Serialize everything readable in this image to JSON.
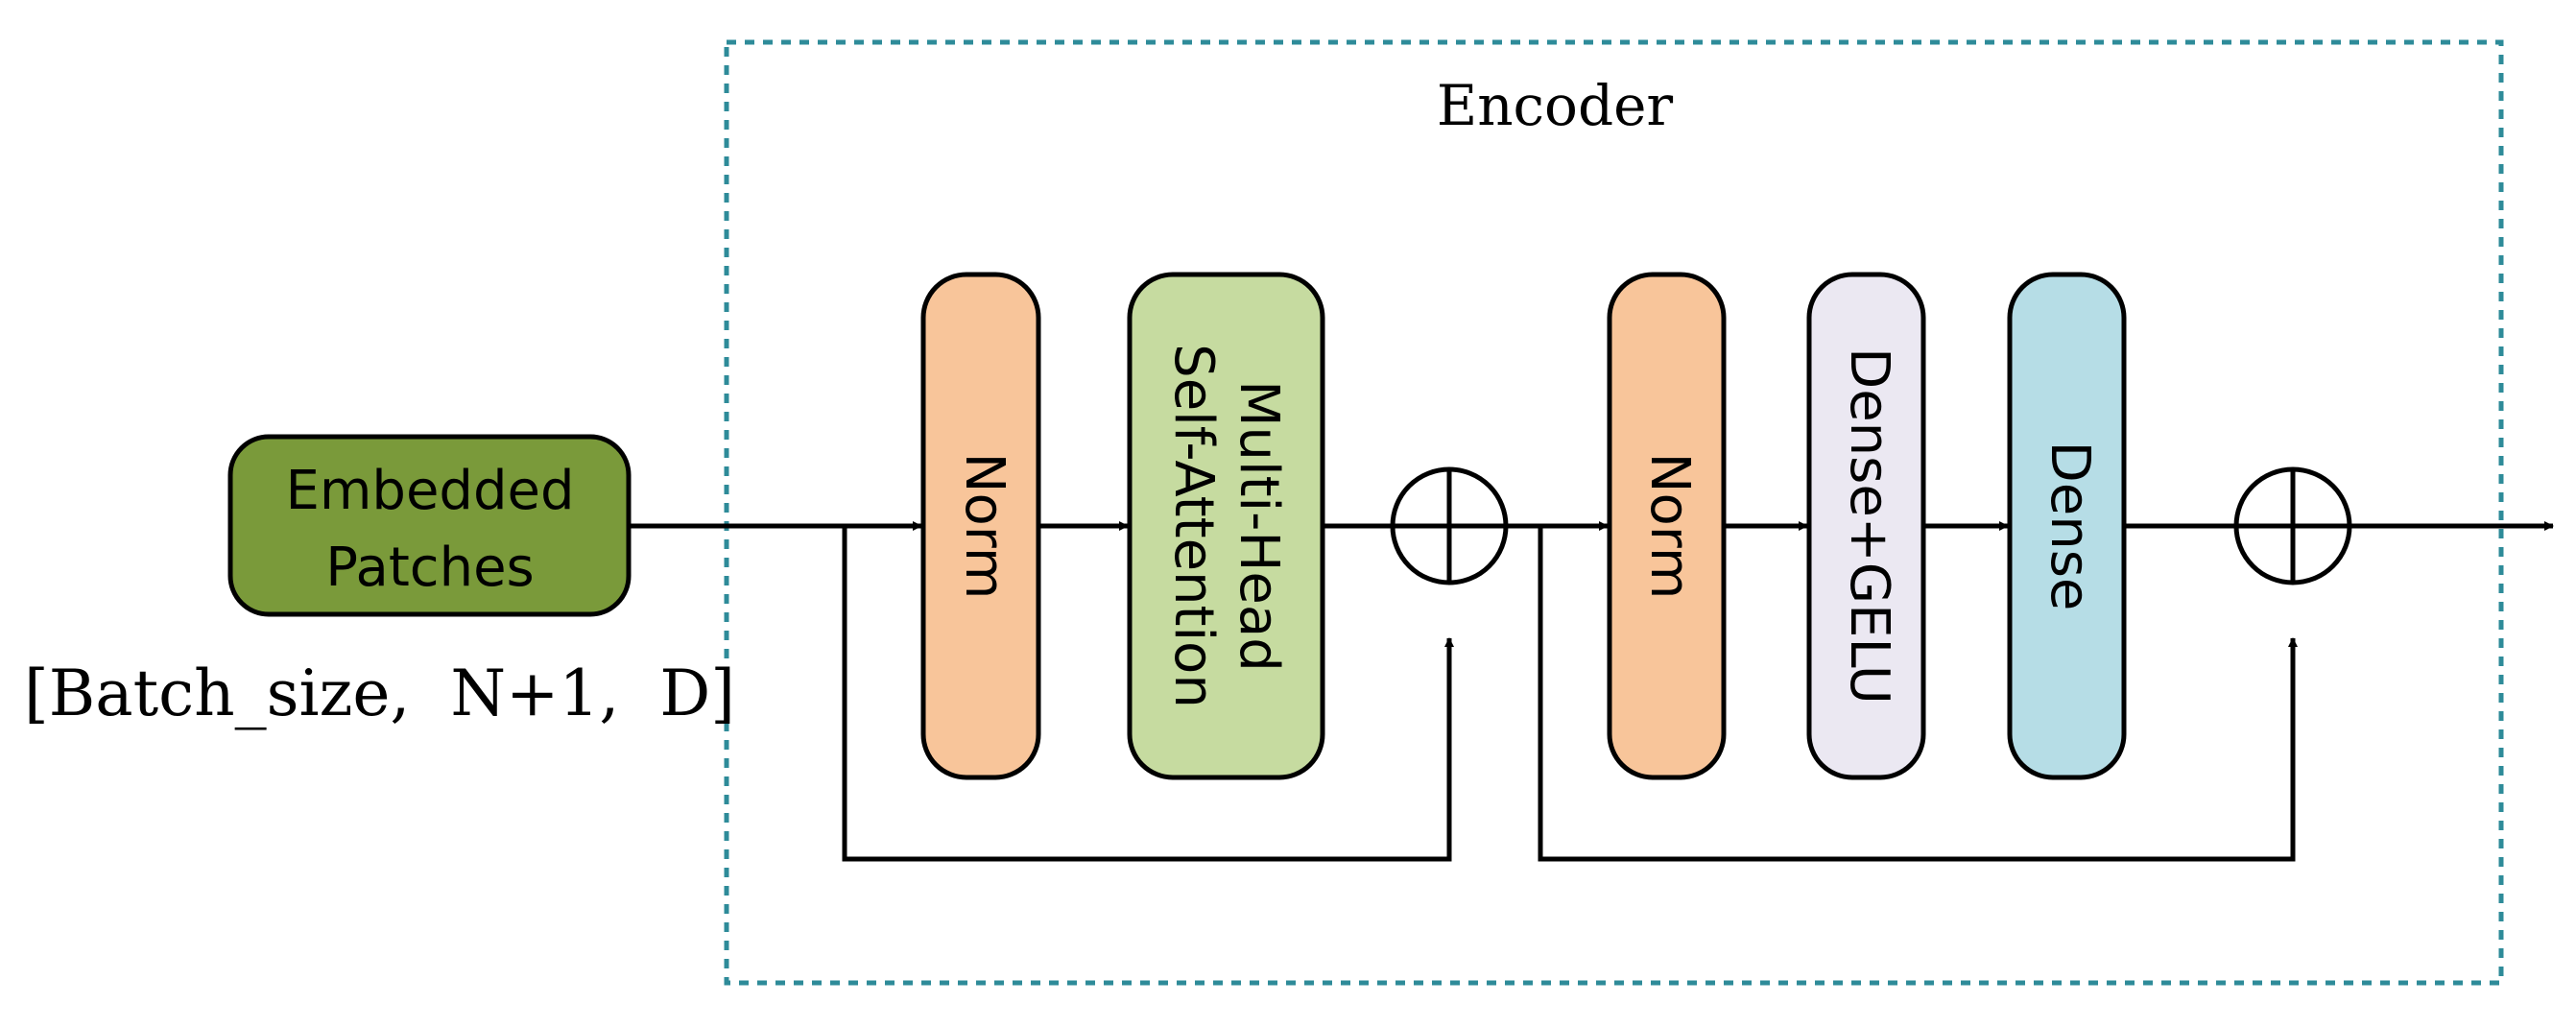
{
  "encoder": {
    "title": "Encoder",
    "border_color": "#2e8b99"
  },
  "input": {
    "label_line1": "Embedded",
    "label_line2": "Patches",
    "fill": "#7a9a3a",
    "shape_label": "[Batch_size,  N+1,  D]"
  },
  "blocks": {
    "norm1": {
      "label": "Norm",
      "fill": "#f8c59a"
    },
    "mhsa": {
      "label_line1": "Multi-Head",
      "label_line2": "Self-Attention",
      "fill": "#c6dba0"
    },
    "norm2": {
      "label": "Norm",
      "fill": "#f8c59a"
    },
    "dense_gelu": {
      "label": "Dense+GELU",
      "fill": "#ebe8f2"
    },
    "dense": {
      "label": "Dense",
      "fill": "#b6dde6"
    }
  }
}
